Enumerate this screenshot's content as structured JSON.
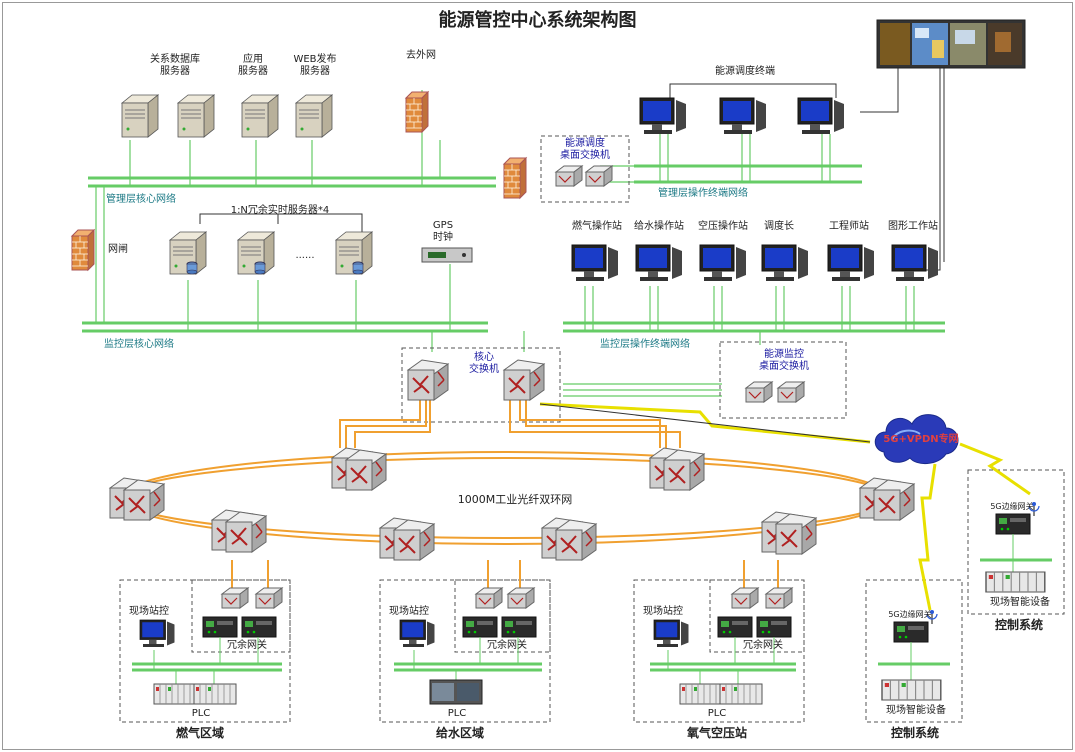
{
  "title": "能源管控中心系统架构图",
  "colors": {
    "network_line": "#66cc66",
    "fiber": "#f0a030",
    "server": "#d8d2c0",
    "monitor": "#1a3cc8",
    "firewall": "#e08a3c",
    "switch": "#c8c8c8"
  },
  "labels": {
    "db_servers": [
      "关系数据库",
      "服务器"
    ],
    "app_servers": [
      "应用",
      "服务器"
    ],
    "web_servers": [
      "WEB发布",
      "服务器"
    ],
    "external_net": "去外网",
    "dispatch_terminal": "能源调度终端",
    "dispatch_switch": [
      "能源调度",
      "桌面交换机"
    ],
    "mgmt_term_net": "管理层操作终端网络",
    "mgmt_core_net": "管理层核心网络",
    "gateway": "网闸",
    "realtime_servers": "1:N冗余实时服务器*4",
    "ellipsis": "......",
    "gps": [
      "GPS",
      "时钟"
    ],
    "stations": [
      "燃气操作站",
      "给水操作站",
      "空压操作站",
      "调度长",
      "工程师站",
      "图形工作站"
    ],
    "monitor_core_net": "监控层核心网络",
    "monitor_term_net": "监控层操作终端网络",
    "core_switch": [
      "核心",
      "交换机"
    ],
    "monitor_switch": [
      "能源监控",
      "桌面交换机"
    ],
    "vpdn": "5G+VPDN专网",
    "ring": "1000M工业光纤双环网",
    "field_station": "现场站控",
    "redundant_gw": "冗余网关",
    "plc": "PLC",
    "edge_gw": "5G边缘网关",
    "field_devices": "现场智能设备",
    "area_gas": "燃气区域",
    "area_water": "给水区域",
    "area_oxygen": "氧气空压站",
    "control_sys": "控制系统"
  }
}
